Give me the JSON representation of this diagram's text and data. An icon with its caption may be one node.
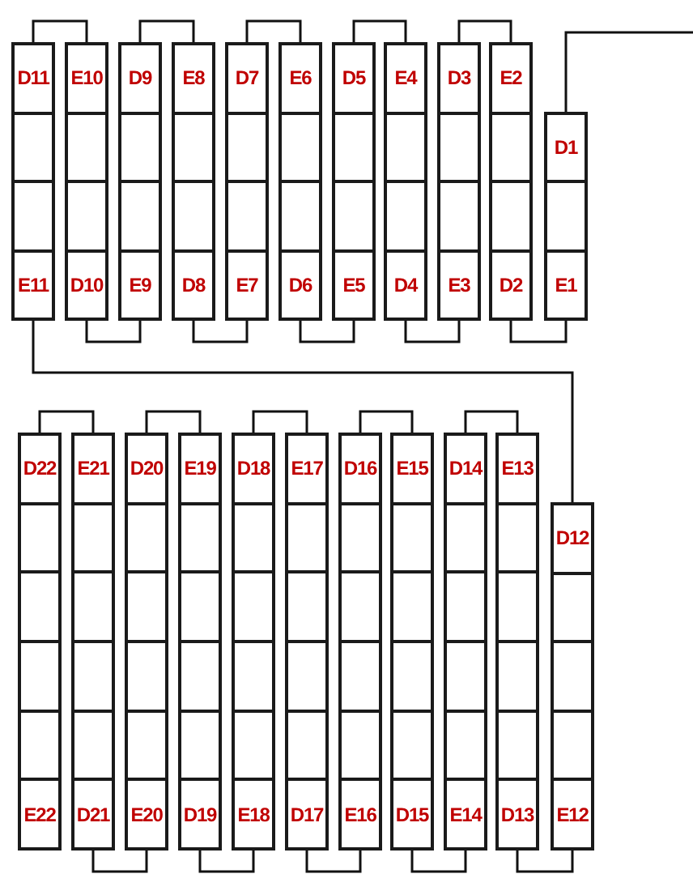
{
  "diagram": {
    "nodes": [
      {
        "text": [
          "D11",
          "E11"
        ]
      },
      {
        "text": [
          "E10",
          "D10"
        ]
      },
      {
        "text": [
          "D9",
          "E9"
        ]
      },
      {
        "text": [
          "E8",
          "D8"
        ]
      },
      {
        "text": [
          "D7",
          "E7"
        ]
      },
      {
        "text": [
          "E6",
          "D6"
        ]
      },
      {
        "text": [
          "D5",
          "E5"
        ]
      },
      {
        "text": [
          "E4",
          "D4"
        ]
      },
      {
        "text": [
          "D3",
          "E3"
        ]
      },
      {
        "text": [
          "E2",
          "D2"
        ]
      },
      {
        "text": [
          "D1",
          "E1"
        ]
      },
      {
        "text": [
          "D22",
          "E22"
        ]
      },
      {
        "text": [
          "E21",
          "D21"
        ]
      },
      {
        "text": [
          "D20",
          "E20"
        ]
      },
      {
        "text": [
          "E19",
          "D19"
        ]
      },
      {
        "text": [
          "D18",
          "E18"
        ]
      },
      {
        "text": [
          "E17",
          "D17"
        ]
      },
      {
        "text": [
          "D16",
          "E16"
        ]
      },
      {
        "text": [
          "E15",
          "D15"
        ]
      },
      {
        "text": [
          "D14",
          "E14"
        ]
      },
      {
        "text": [
          "E13",
          "D13"
        ]
      },
      {
        "text": [
          "D12",
          "E12"
        ]
      }
    ],
    "edges": [
      {
        "from": 0,
        "to": 1,
        "arrow": "none"
      },
      {
        "from": 1,
        "to": 2,
        "arrow": "none"
      },
      {
        "from": 2,
        "to": 3,
        "arrow": "none"
      },
      {
        "from": 3,
        "to": 4,
        "arrow": "none"
      },
      {
        "from": 4,
        "to": 5,
        "arrow": "none"
      },
      {
        "from": 5,
        "to": 6,
        "arrow": "none"
      },
      {
        "from": 6,
        "to": 7,
        "arrow": "none"
      },
      {
        "from": 7,
        "to": 8,
        "arrow": "none"
      },
      {
        "from": 8,
        "to": 9,
        "arrow": "none"
      },
      {
        "from": 9,
        "to": 10,
        "arrow": "none"
      },
      {
        "from": 10,
        "to": null,
        "arrow": "none"
      },
      {
        "from": 0,
        "to": 21,
        "arrow": "none"
      },
      {
        "from": 11,
        "to": 12,
        "arrow": "none"
      },
      {
        "from": 12,
        "to": 13,
        "arrow": "none"
      },
      {
        "from": 13,
        "to": 14,
        "arrow": "none"
      },
      {
        "from": 14,
        "to": 15,
        "arrow": "none"
      },
      {
        "from": 15,
        "to": 16,
        "arrow": "none"
      },
      {
        "from": 16,
        "to": 17,
        "arrow": "none"
      },
      {
        "from": 17,
        "to": 18,
        "arrow": "none"
      },
      {
        "from": 18,
        "to": 19,
        "arrow": "none"
      },
      {
        "from": 19,
        "to": 20,
        "arrow": "none"
      },
      {
        "from": 20,
        "to": 21,
        "arrow": "none"
      }
    ]
  }
}
